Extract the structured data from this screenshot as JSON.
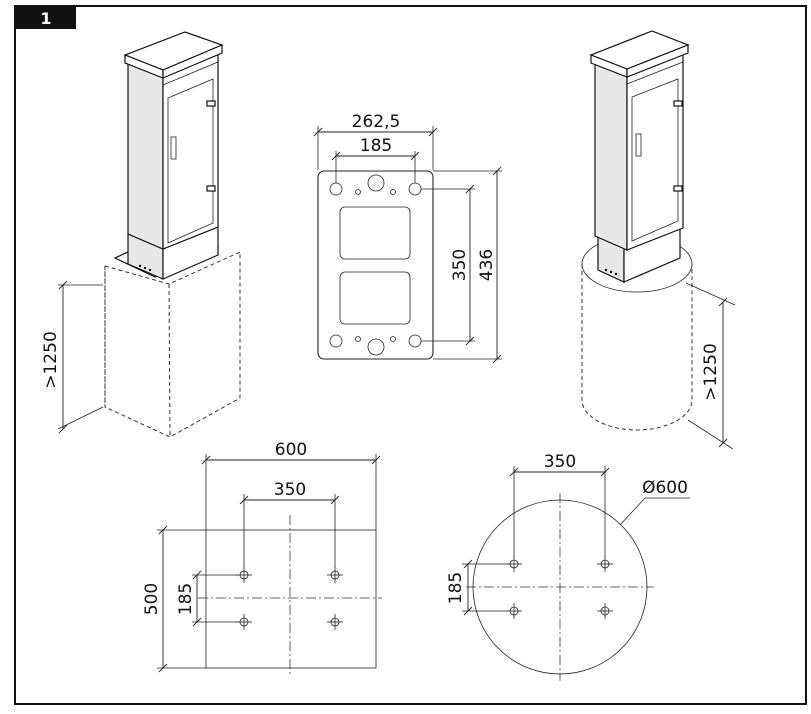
{
  "figure_number": "1",
  "dimensions": {
    "left_column_height": ">1250",
    "plate_width_outer": "262,5",
    "plate_width_inner": "185",
    "plate_height_inner": "350",
    "plate_height_outer": "436",
    "right_column_height": ">1250",
    "square_base_width": "600",
    "square_base_hole_spacing_x": "350",
    "square_base_depth": "500",
    "square_base_hole_spacing_y": "185",
    "round_base_hole_spacing_x": "350",
    "round_base_diameter": "Ø600",
    "round_base_hole_spacing_y": "185"
  }
}
